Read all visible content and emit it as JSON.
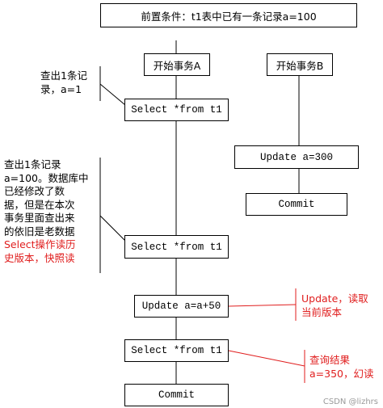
{
  "precondition": "前置条件：t1表中已有一条记录a=100",
  "txA": {
    "start": "开始事务A",
    "steps": [
      "Select *from t1",
      "Select *from t1",
      "Update a=a+50",
      "Select *from t1",
      "Commit"
    ]
  },
  "txB": {
    "start": "开始事务B",
    "steps": [
      "Update a=300",
      "Commit"
    ]
  },
  "notes": {
    "n1": "查出1条记\n录，a=1",
    "n2_black": "查出1条记录\na=100。数据库中\n已经修改了数\n据，但是在本次\n事务里面查出来\n的依旧是老数据",
    "n2_red": "Select操作读历\n史版本，快照读",
    "n3": "Update，读取\n当前版本",
    "n4": "查询结果\na=350，幻读"
  },
  "watermark": "CSDN @lizhrs",
  "colors": {
    "annotation_red": "#e01e1e"
  }
}
